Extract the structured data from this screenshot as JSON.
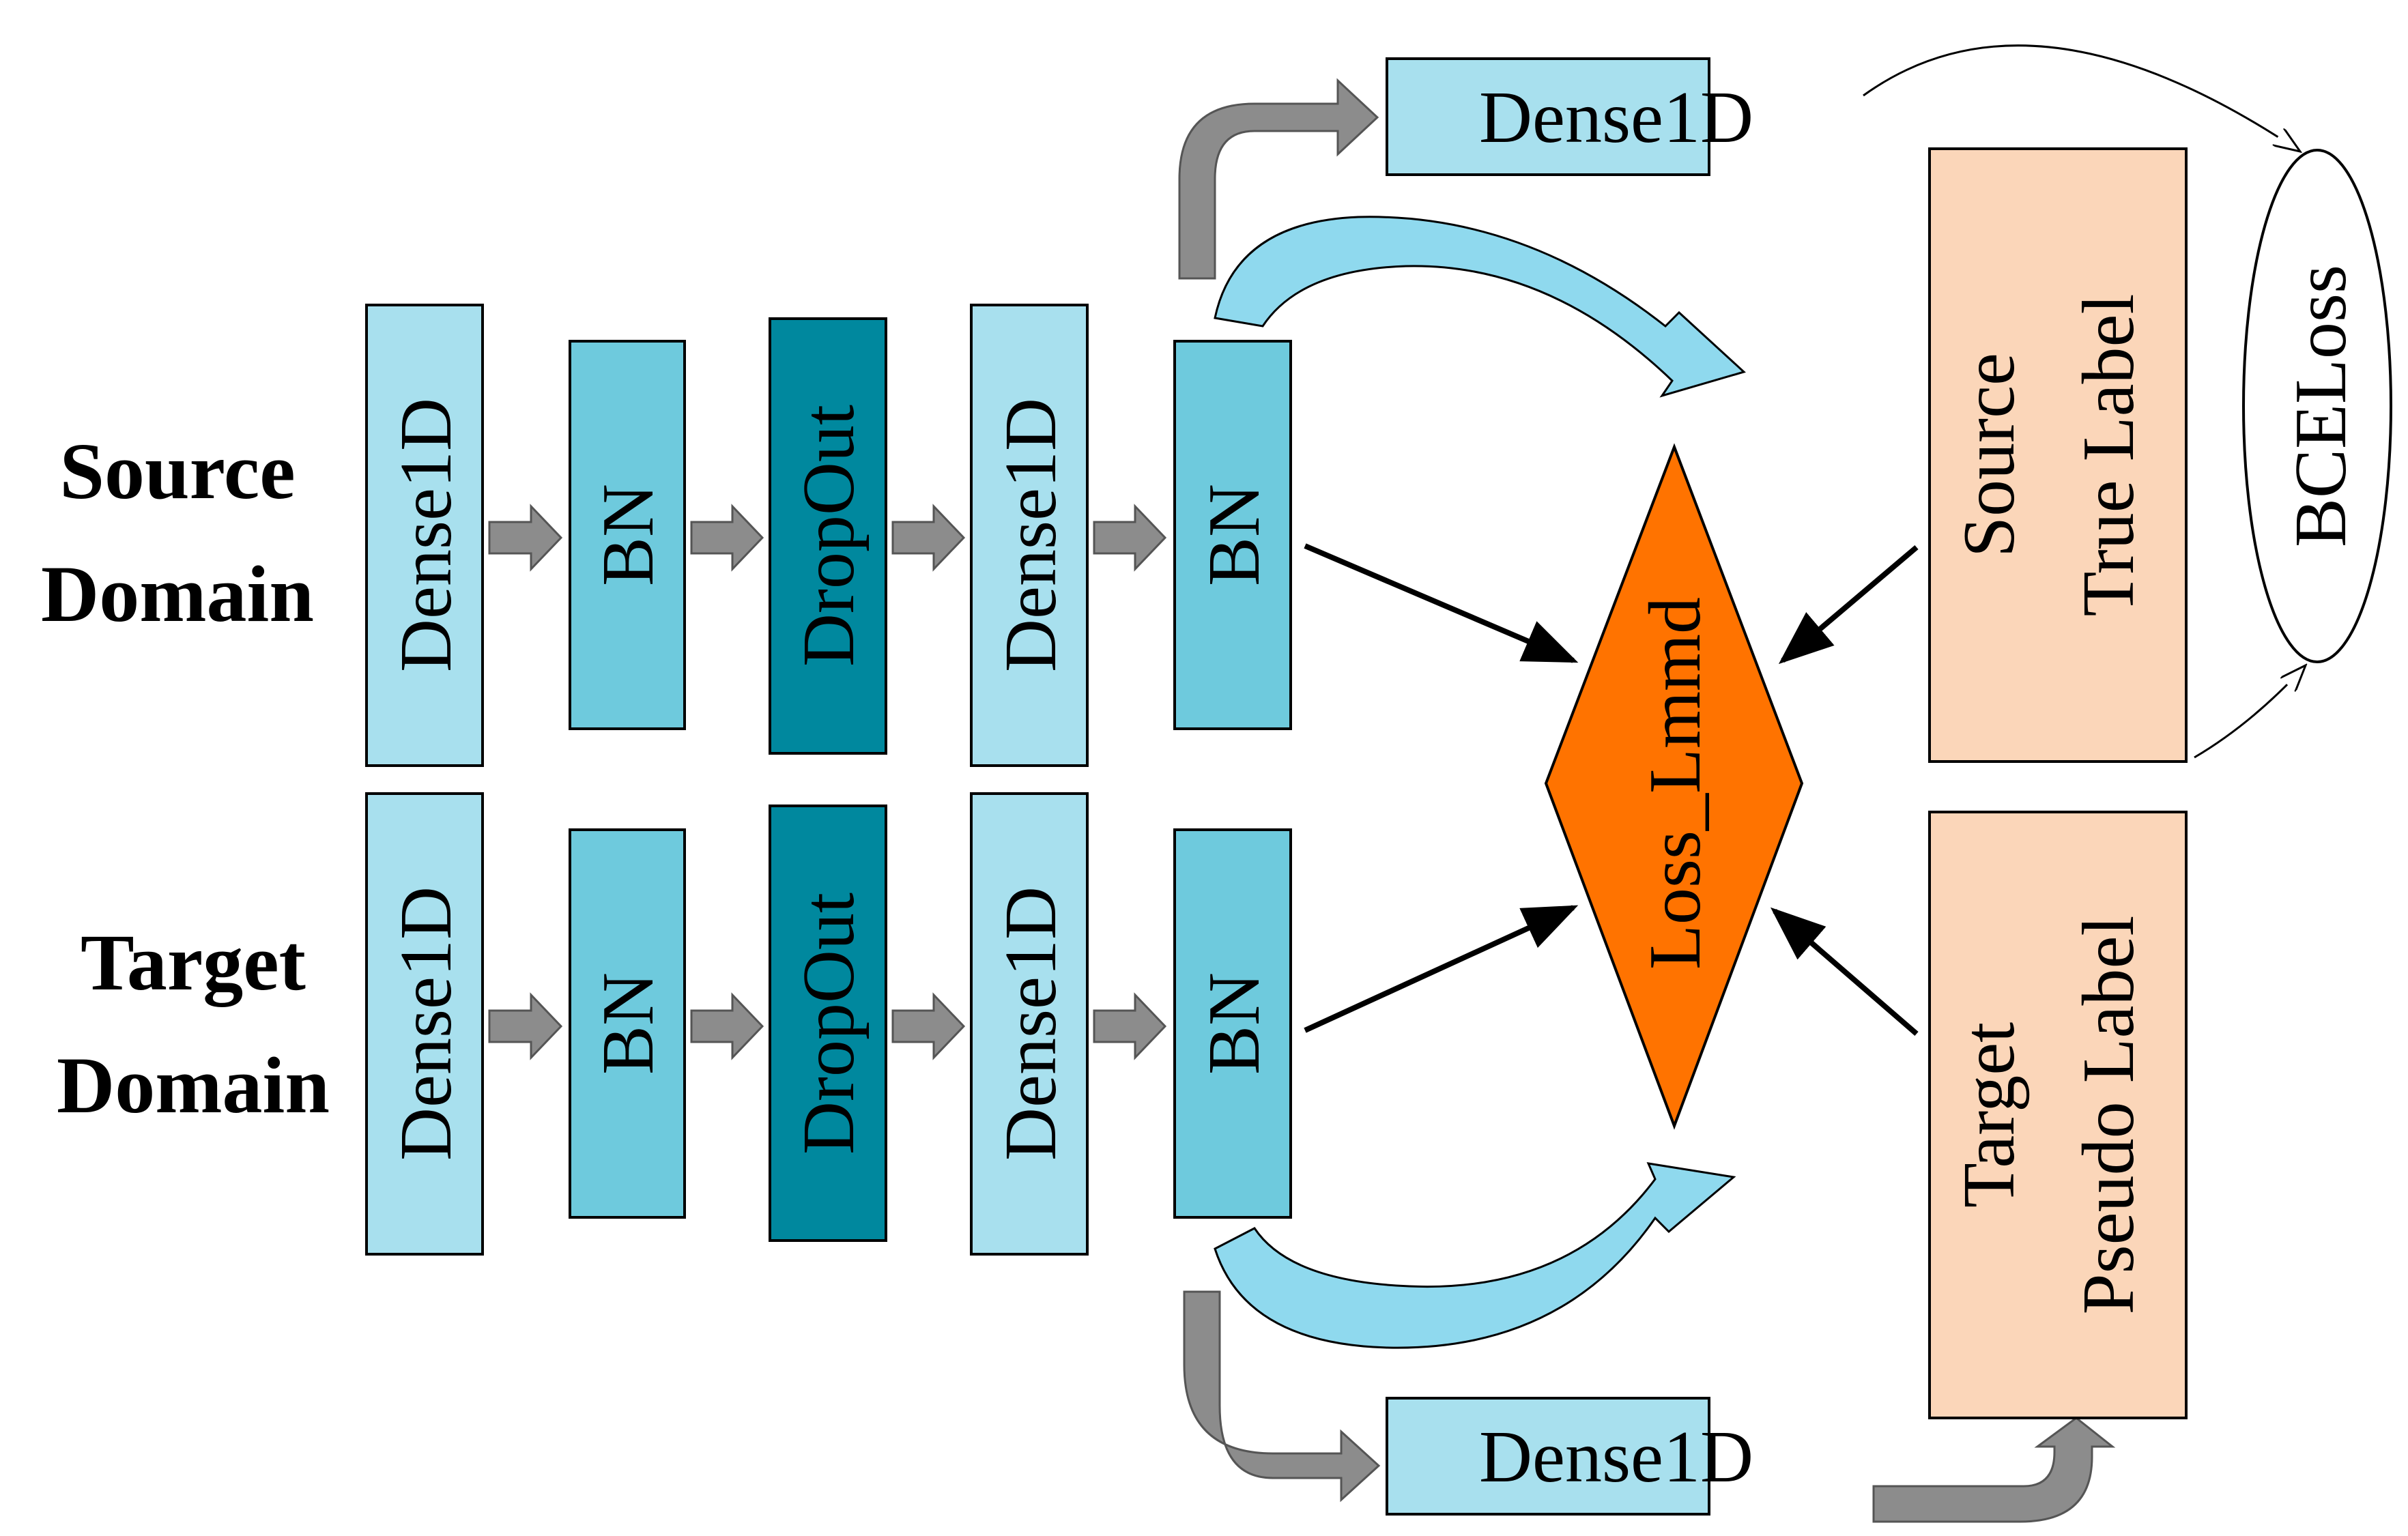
{
  "source_label": [
    "Source",
    "Domain"
  ],
  "target_label": [
    "Target",
    "Domain"
  ],
  "source_blocks": [
    "Dense1D",
    "BN",
    "DropOut",
    "Dense1D",
    "BN"
  ],
  "target_blocks": [
    "Dense1D",
    "BN",
    "DropOut",
    "Dense1D",
    "BN"
  ],
  "top_dense": "Dense1D",
  "bottom_dense": "Dense1D",
  "loss": "Loss_Lmmd",
  "source_true_label": [
    "Source",
    "True Label"
  ],
  "target_pseudo_label": [
    "Target",
    "Pseudo Label"
  ],
  "bce_loss": "BCELoss",
  "colors": {
    "light_block": "#a8e0ee",
    "mid_block": "#6ecadd",
    "dark_block": "#00889e",
    "loss_fill": "#ff7300",
    "label_fill": "#fbd6b9",
    "gray_arrow": "#8c8c8c"
  }
}
